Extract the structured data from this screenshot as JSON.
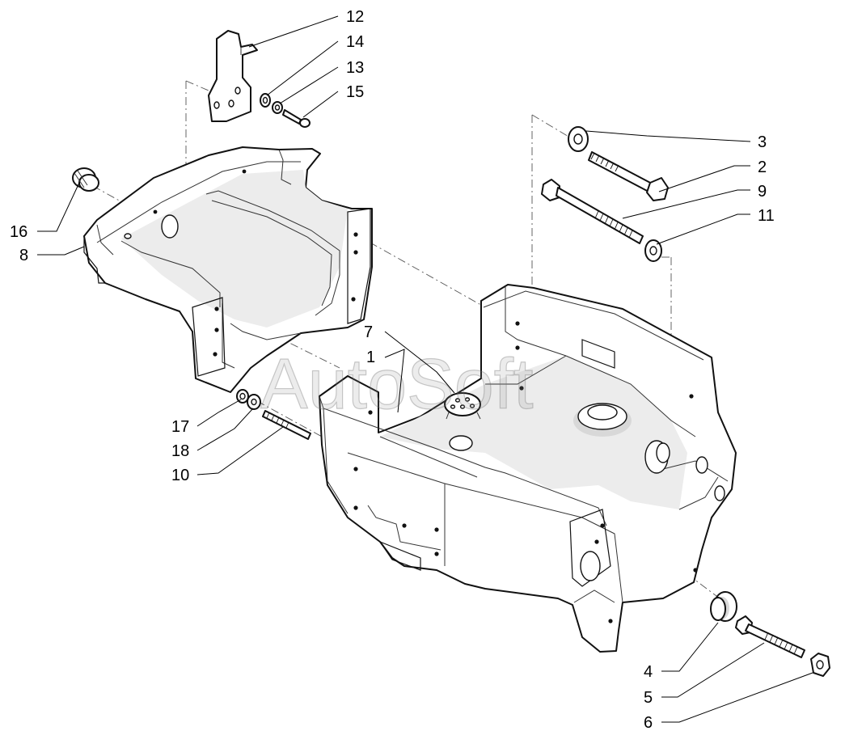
{
  "watermark": "AutoSoft",
  "callouts": [
    {
      "id": "12",
      "label": "12"
    },
    {
      "id": "14",
      "label": "14"
    },
    {
      "id": "13",
      "label": "13"
    },
    {
      "id": "15",
      "label": "15"
    },
    {
      "id": "3",
      "label": "3"
    },
    {
      "id": "2",
      "label": "2"
    },
    {
      "id": "9",
      "label": "9"
    },
    {
      "id": "11",
      "label": "11"
    },
    {
      "id": "16",
      "label": "16"
    },
    {
      "id": "8",
      "label": "8"
    },
    {
      "id": "7",
      "label": "7"
    },
    {
      "id": "1",
      "label": "1"
    },
    {
      "id": "17",
      "label": "17"
    },
    {
      "id": "18",
      "label": "18"
    },
    {
      "id": "10",
      "label": "10"
    },
    {
      "id": "4",
      "label": "4"
    },
    {
      "id": "5",
      "label": "5"
    },
    {
      "id": "6",
      "label": "6"
    }
  ]
}
